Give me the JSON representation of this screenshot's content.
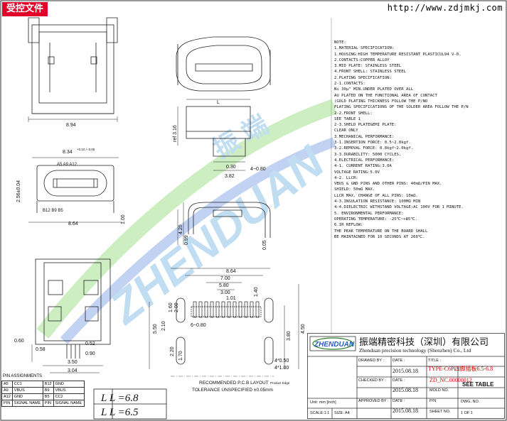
{
  "header": {
    "banner": "受控文件",
    "url": "http://www.zdjmkj.com"
  },
  "watermark": {
    "cn": "振 端",
    "en": "ZHENDUAN"
  },
  "dims": {
    "d_894": "8.94",
    "d_834": "8.34",
    "d_834_tol": "+0.10 / -0.05",
    "d_864": "8.64",
    "d_256": "2.56±0.04",
    "d_100": "1.00",
    "d_316": "ref 3.16",
    "d_382": "3.82",
    "d_030": "0.30",
    "d_480": "4−0.80",
    "d_420": "4.20",
    "d_099": "0.99",
    "d_005": "0.05",
    "d_l": "L",
    "d_060": "0.60",
    "d_058": "0.58",
    "d_052": "0.52",
    "d_090": "0.90",
    "d_350": "3.50",
    "d_304": "3.04",
    "d_pcb_864": "8.64",
    "d_pcb_700": "7.00",
    "d_pcb_580": "5.80",
    "d_pcb_300": "3.00",
    "d_pcb_101": "1.01",
    "d_pcb_140": "1.40",
    "d_pcb_200": "2.00",
    "d_pcb_160": "1.60",
    "d_pcb_550": "5.50",
    "d_pcb_210": "2.10",
    "d_pcb_680": "6−0.80",
    "d_pcb_220": "2.20",
    "d_pcb_170": "1.70",
    "d_pcb_380": "3.80",
    "d_pcb_450": "4.50",
    "d_pcb_4050": "4*0.50",
    "d_pcb_4100": "4*1.00",
    "pins_top": "A5   A9   A12",
    "pins_bot": "B12   B9   B5"
  },
  "pcb": {
    "title": "RECOMMENDED  P.C.B  LAYOUT",
    "tolerance": "TOLERANCE  UNSPECIFIED  ±0.05mm",
    "edge": "Product Edge"
  },
  "notes": [
    "NOTE:",
    "1.MATERIAL SPECIFICATION:",
    "  1.HOUSING:HIGH TEMPERATURE RESISTANT PLASTICUL94 V-0.",
    "  2.CONTACTS:COPPER ALLOY",
    "  3.MID PLATE: STAINLESS STEEL",
    "  4.FRONT SHELL: STAINLESS STEEL",
    "2.PLATING SPECIFICATION:",
    "  2-1.CONTACTS:",
    "     Ni 30μ\" MIN.UNDER PLATED OVER ALL",
    "     AU PLATED ON THE FUNCTIONAL AREA OF CONTACT",
    "     (GOLD PLATING THICKNESS FOLLOW THE P/NO",
    "     PLATING SPECIFICATIONS OF THE SOLDER AREA FOLLOW THE P/N",
    "  2-2.FRONT SHELL:",
    "     SEE TABLE 1",
    "  2-3.SHELD PLATE&EMI PLATE:",
    "     CLEAR ONLY",
    "3.MECHANICAL PERFORMANCE:",
    "  3-1.INSERTION FORCE: 0.5~2.0kgf.",
    "  3-2.REMOVAL FORCE: 0.8kgf~2.0kgf.",
    "  3-3.DURABILITY: 5000 CYCLES.",
    "4.ELECTRICAL PERFORMANCE:",
    "  4-1. CURRENT RATING:3.0A",
    "       VOLTAGE RATING:5.0V",
    "  4-2. LLCR:",
    "       VBUS & GND PINS AND OTHER PINS: 40mΩ/PIN MAX.",
    "       SHIELD: 50mΩ MAX.",
    "       LLCR MAX. CHANGE OF ALL PINS: 10mΩ.",
    "  4-3.INSULATION RESISTANCE: 100MΩ  MIN",
    "  4-4.DIELECTRIC WITHSTAND VOLTAGE:AC 100V FOR 1 MINUTE.",
    "5. ENVIRONMENTAL PERFORMANCE:",
    "     OPERATING TEMPERATURE: -25℃~+85℃.",
    "6.IR REFLOW:",
    "     THE PEAK TEMPERATURE ON THE BOARD SHALL",
    "     BE MAINTAINED FOR 10 SECONDS AT 260℃."
  ],
  "pin_table": {
    "title": "PIN ASSIGNMENTS",
    "rows": [
      [
        "A5",
        "CC1",
        "B12",
        "GND"
      ],
      [
        "A9",
        "VBUS",
        "B9",
        "VBUS"
      ],
      [
        "A12",
        "GND",
        "B5",
        "CC2"
      ],
      [
        "PIN",
        "SIGNAL NAME",
        "PIN",
        "SIGNAL NAME"
      ]
    ]
  },
  "l_table": {
    "row1": "L   L =6.8",
    "row2": "L   L =6.5"
  },
  "title_block": {
    "logo": "ZHENDUAN",
    "company_cn": "振端精密科技（深圳）有限公司",
    "company_en": "Zhenduan precision technology (Shenzhen) Co., Ltd",
    "drawn_by": "DRAWED BY :",
    "date1_label": "DATE :",
    "title_label": "TITLE :",
    "title_val": "TYPE-C6P四脚插板6.5-6.8",
    "checked_by": "CHECKED BY :",
    "date2_label": "DATE :",
    "zd_val": "ZD_NC.00000012",
    "date1": "2015.08.18",
    "see_table": "SEE TABLE",
    "approved_by": "APPROVED BY :",
    "date3_label": "DATE :",
    "mold_label": "MOLD NO.",
    "date2": "2015.08.18",
    "p_no_label": "P/N",
    "unit": "Unit:  mm [inch]",
    "scale": "SCALE:1:1",
    "size": "SIZE: A4",
    "date3": "2015.08.18",
    "sheet_label": "SHEET NO.",
    "sheet_val": "1 OF 1",
    "dwg_label": "DWG. NO."
  }
}
